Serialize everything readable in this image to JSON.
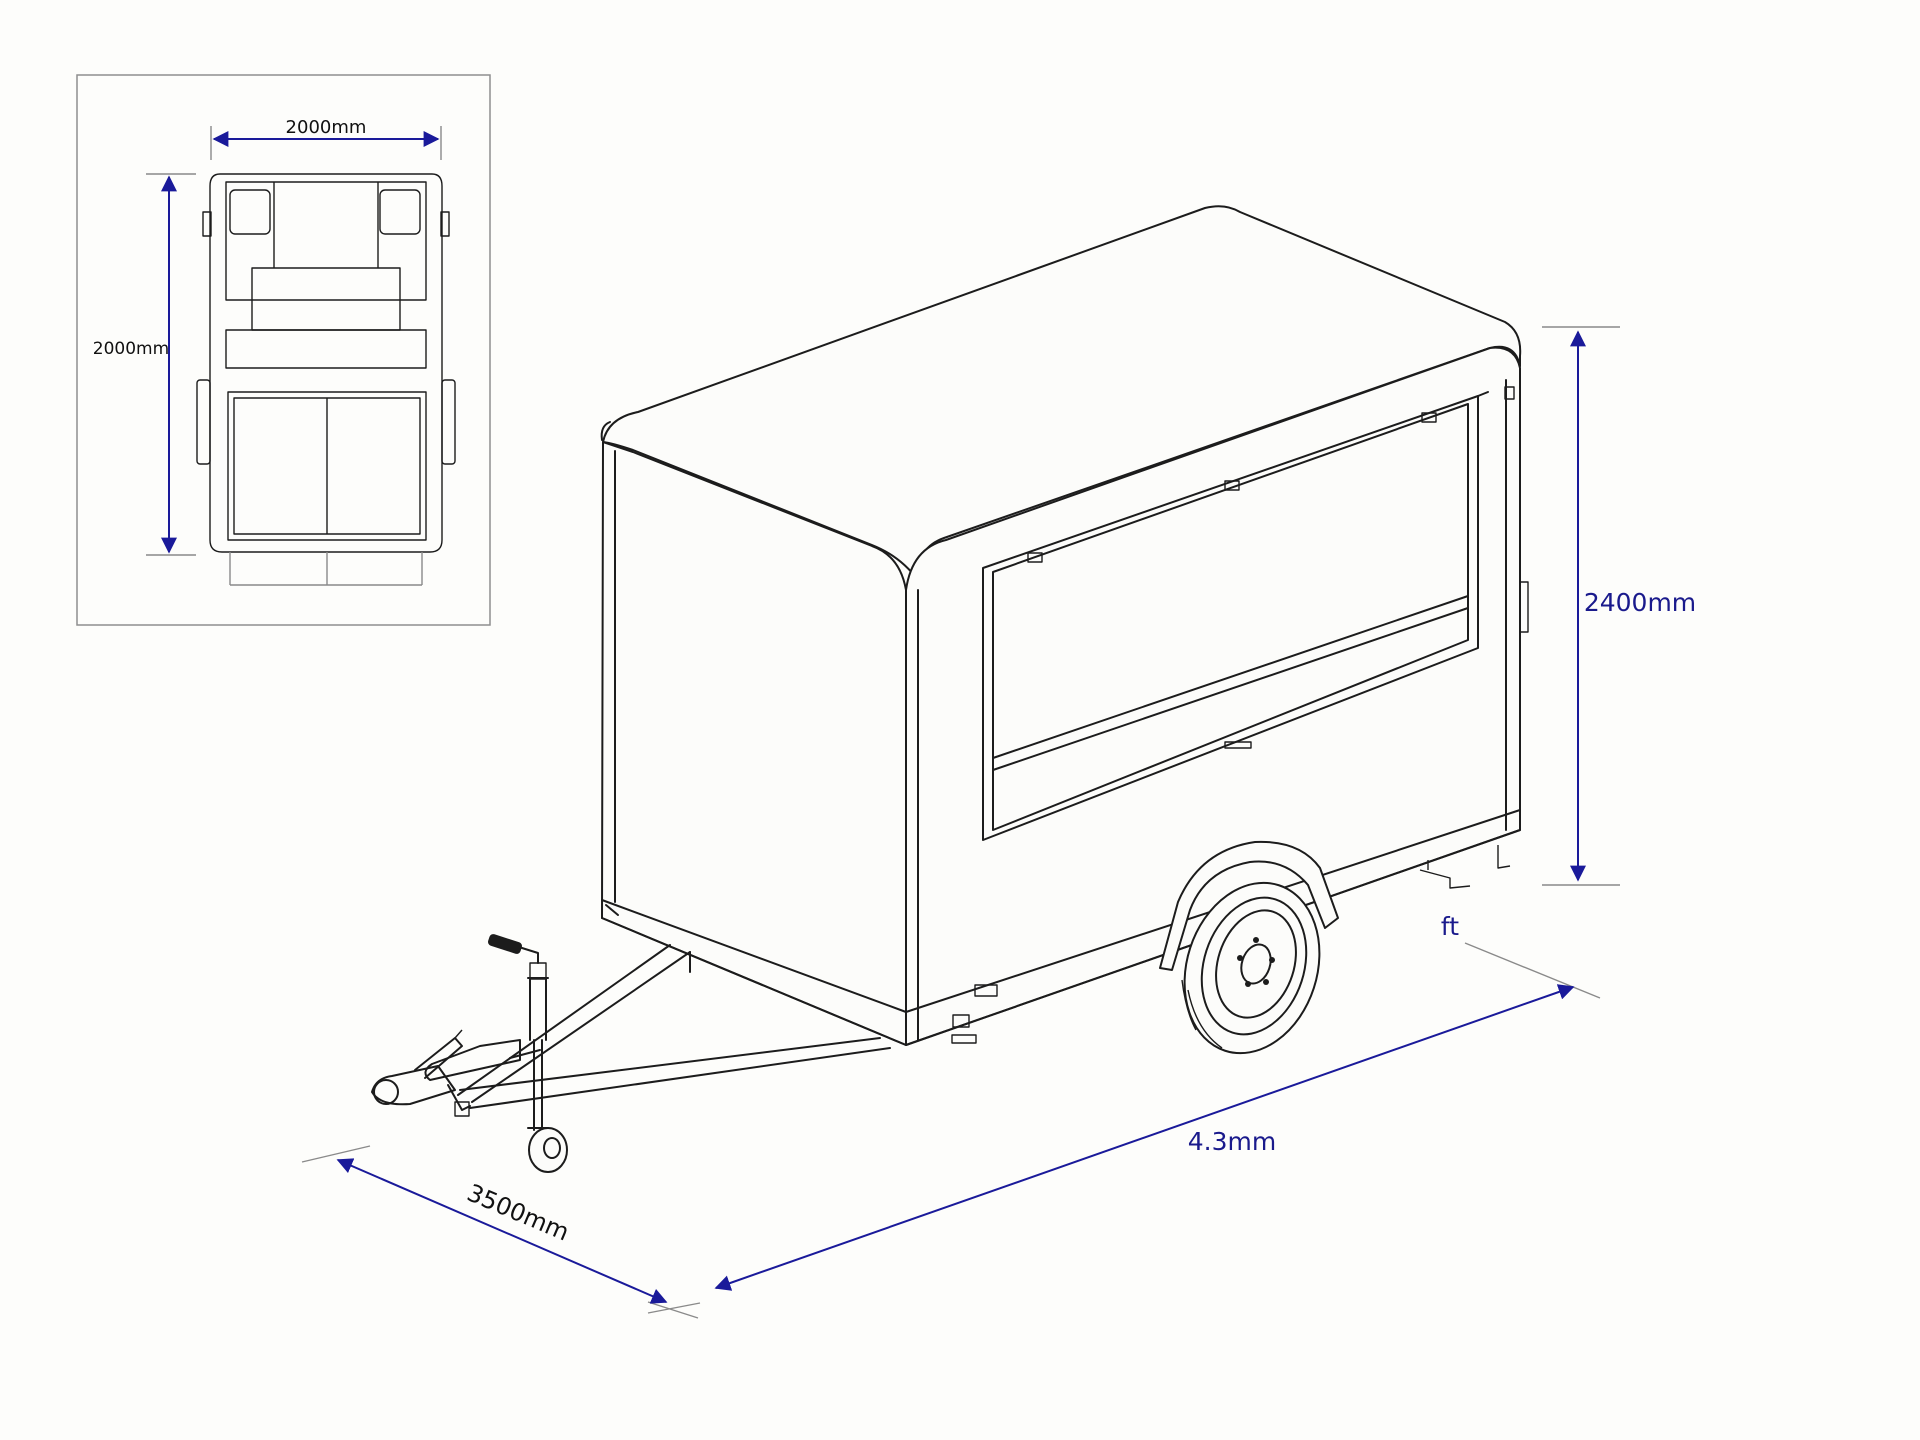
{
  "inset_view": {
    "width_label": "2000mm",
    "height_label": "2000mm"
  },
  "main_view": {
    "height_label": "2400mm",
    "length_label": "4.3mm",
    "width_label": "3500mm",
    "unit_note": "ft"
  },
  "colors": {
    "dimension": "#1a1a9a",
    "line": "#1c1c1c",
    "background": "#fdfdfb"
  }
}
